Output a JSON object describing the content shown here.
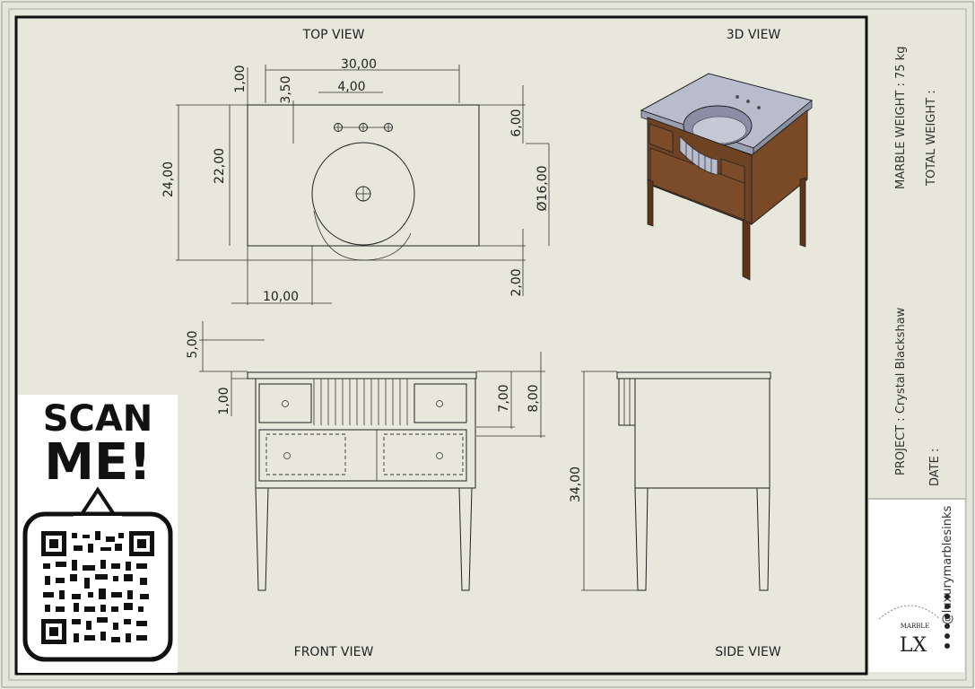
{
  "views": {
    "top": "TOP VIEW",
    "three_d": "3D VIEW",
    "front": "FRONT VIEW",
    "side": "SIDE VIEW"
  },
  "top_dims": {
    "overall_width": "30,00",
    "faucet_offset": "3,50",
    "hole_spacing": "4,00",
    "edge_back": "1,00",
    "depth": "24,00",
    "inner_depth": "22,00",
    "sink_back": "6,00",
    "sink_diameter": "Ø16,00",
    "front_edge": "2,00",
    "sink_left": "10,00"
  },
  "front_dims": {
    "top_thickness": "5,00",
    "lip": "1,00",
    "drawer_height": "7,00",
    "drawer_total": "8,00"
  },
  "side_dims": {
    "height": "34,00"
  },
  "title_block": {
    "marble_weight": "MARBLE WEIGHT : 75 kg",
    "total_weight": "TOTAL WEIGHT :",
    "project": "PROJECT : Crystal Blackshaw",
    "date": "DATE :"
  },
  "qr": {
    "scan_line1": "SCAN",
    "scan_line2": "ME!"
  },
  "logo": {
    "text": "MARBLE",
    "letters": "LX",
    "handle": "@luxurymarblesinks"
  }
}
